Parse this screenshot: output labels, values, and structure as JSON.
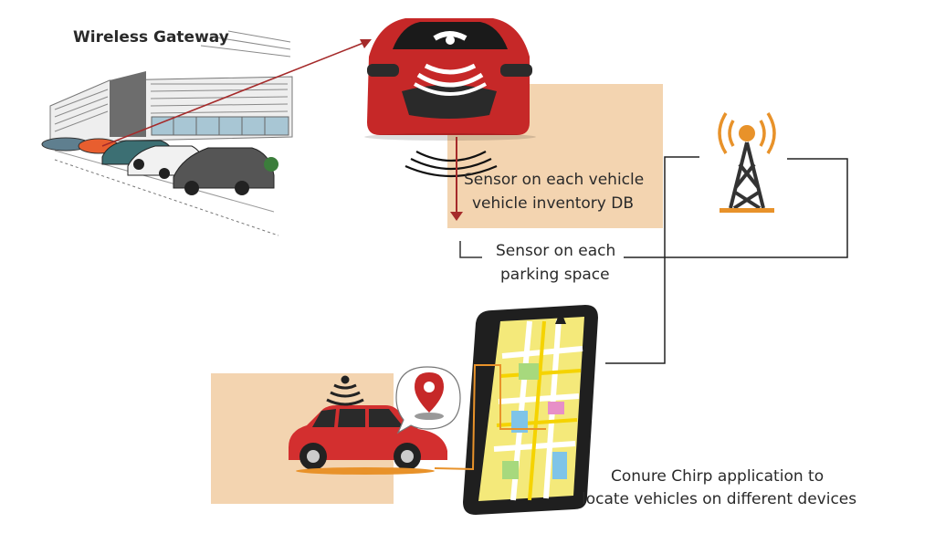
{
  "labels": {
    "gateway": "Wireless Gateway",
    "vehicle_sensor_line1": "Sensor on each vehicle",
    "vehicle_sensor_line2": "vehicle inventory DB",
    "parking_sensor_line1": "Sensor on each",
    "parking_sensor_line2": "parking space",
    "app_line1": "Conure Chirp application to",
    "app_line2": "locate vehicles on different devices"
  },
  "icons": [
    "warehouse-sketch",
    "red-car-front",
    "radio-tower-icon",
    "smartphone-map",
    "red-hatchback",
    "map-pin-icon",
    "wifi-signal-icon"
  ],
  "colors": {
    "accent_peach": "#f3d4b0",
    "arrow_red": "#a52a2a",
    "tower_orange": "#e8922a",
    "car_red": "#d32f2f",
    "line_dark": "#333333"
  }
}
